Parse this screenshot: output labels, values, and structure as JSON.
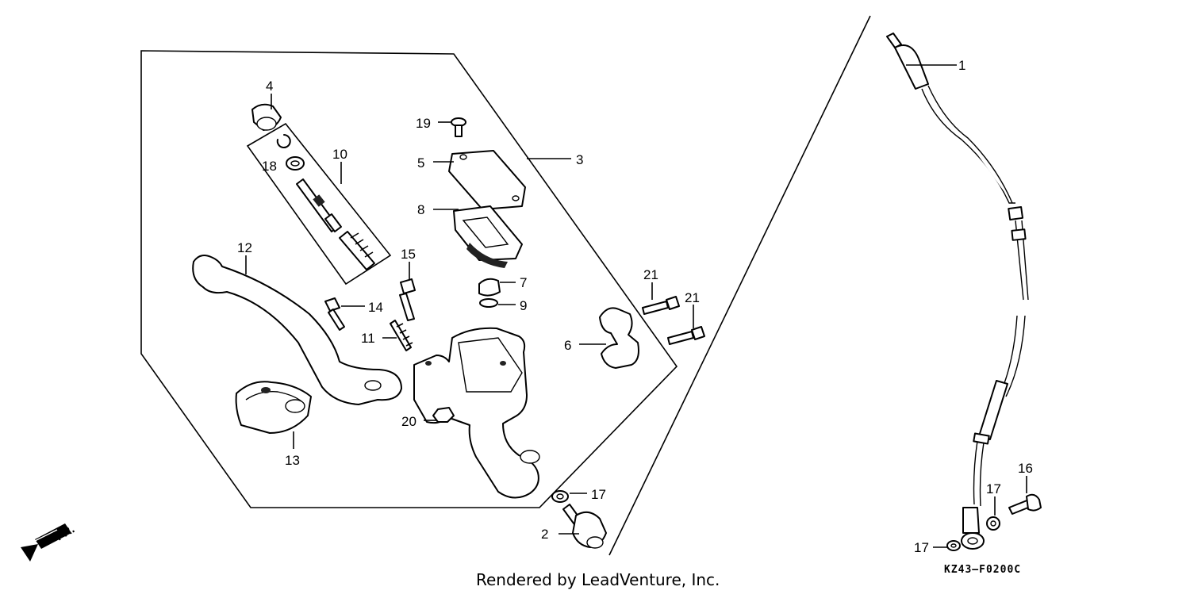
{
  "diagram": {
    "callouts": [
      {
        "id": "c1",
        "label": "1"
      },
      {
        "id": "c2",
        "label": "2"
      },
      {
        "id": "c3",
        "label": "3"
      },
      {
        "id": "c4",
        "label": "4"
      },
      {
        "id": "c5",
        "label": "5"
      },
      {
        "id": "c6",
        "label": "6"
      },
      {
        "id": "c7",
        "label": "7"
      },
      {
        "id": "c8",
        "label": "8"
      },
      {
        "id": "c9",
        "label": "9"
      },
      {
        "id": "c10",
        "label": "10"
      },
      {
        "id": "c11",
        "label": "11"
      },
      {
        "id": "c12",
        "label": "12"
      },
      {
        "id": "c13",
        "label": "13"
      },
      {
        "id": "c14",
        "label": "14"
      },
      {
        "id": "c15",
        "label": "15"
      },
      {
        "id": "c16",
        "label": "16"
      },
      {
        "id": "c17a",
        "label": "17"
      },
      {
        "id": "c17b",
        "label": "17"
      },
      {
        "id": "c17c",
        "label": "17"
      },
      {
        "id": "c18",
        "label": "18"
      },
      {
        "id": "c19",
        "label": "19"
      },
      {
        "id": "c20",
        "label": "20"
      },
      {
        "id": "c21a",
        "label": "21"
      },
      {
        "id": "c21b",
        "label": "21"
      }
    ],
    "direction_marker": "FR.",
    "drawing_code": "KZ43–F0200C",
    "caption": "Rendered by LeadVenture, Inc."
  }
}
